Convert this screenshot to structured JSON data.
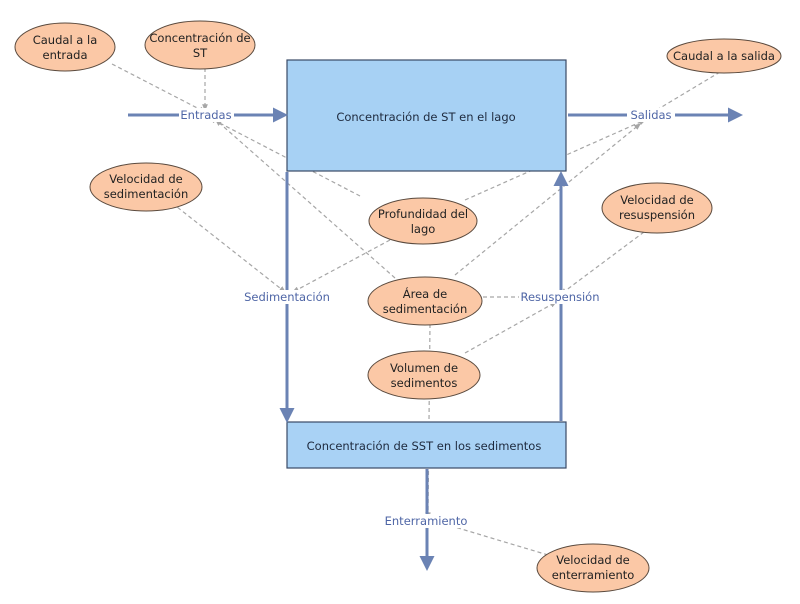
{
  "stocks": {
    "lake": "Concentración de ST en el lago",
    "sediments": "Concentración de SST en los sedimentos"
  },
  "flows": {
    "entradas": "Entradas",
    "salidas": "Salidas",
    "sedimentacion": "Sedimentación",
    "resuspension": "Resuspensión",
    "enterramiento": "Enterramiento"
  },
  "variables": {
    "caudal_entrada": [
      "Caudal a la",
      "entrada"
    ],
    "concentracion_st": [
      "Concentración de",
      "ST"
    ],
    "caudal_salida": [
      "Caudal a la salida"
    ],
    "vel_sedimentacion": [
      "Velocidad de",
      "sedimentación"
    ],
    "profundidad": [
      "Profundidad del",
      "lago"
    ],
    "area_sed": [
      "Área de",
      "sedimentación"
    ],
    "vel_resuspension": [
      "Velocidad de",
      "resuspensión"
    ],
    "vol_sedimentos": [
      "Volumen de",
      "sedimentos"
    ],
    "vel_enterramiento": [
      "Velocidad de",
      "enterramiento"
    ]
  },
  "colors": {
    "stock_fill": "#a7d1f4",
    "variable_fill": "#fbc8a6",
    "flow_pipe": "#6b83b4",
    "flow_label": "#4f66a6",
    "link": "#a6a6a6"
  }
}
